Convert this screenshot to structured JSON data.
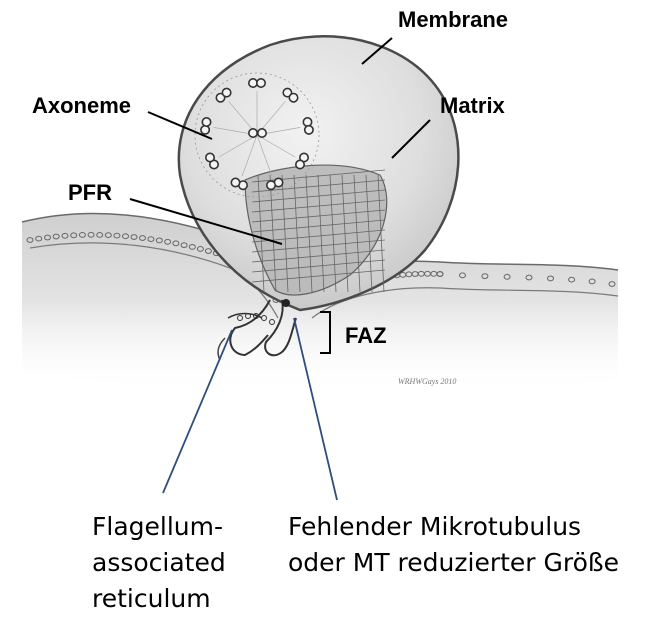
{
  "labels": {
    "membrane": "Membrane",
    "axoneme": "Axoneme",
    "matrix": "Matrix",
    "pfr": "PFR",
    "faz": "FAZ"
  },
  "captions": {
    "left": [
      "Flagellum-",
      "associated",
      "reticulum"
    ],
    "right": [
      "Fehlender Mikrotubulus",
      "oder MT reduzierter Größe"
    ]
  },
  "signature": "WRHWGays 2010",
  "colors": {
    "annotation_line": "#2f4e7d",
    "sketch_line": "#555555",
    "matrix_fill": "#dcdcdc",
    "body_fill": "#d9d9d9"
  }
}
